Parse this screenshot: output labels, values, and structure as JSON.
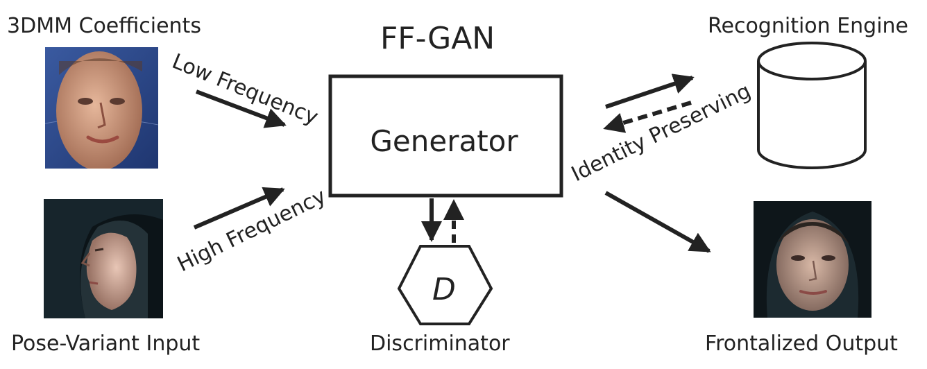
{
  "title": "FF-GAN",
  "inputs": {
    "coefficients_label": "3DMM Coefficients",
    "pose_label": "Pose-Variant Input"
  },
  "generator": {
    "label": "Generator"
  },
  "discriminator": {
    "symbol": "D",
    "label": "Discriminator"
  },
  "recognition": {
    "label": "Recognition Engine"
  },
  "output": {
    "label": "Frontalized Output"
  },
  "edges": {
    "low": "Low Frequency",
    "high": "High Frequency",
    "identity": "Identity Preserving"
  },
  "colors": {
    "ink": "#222222",
    "mesh_bg": "#2e4a8a",
    "skin": "#d9a58a",
    "dark_bg": "#101820"
  }
}
